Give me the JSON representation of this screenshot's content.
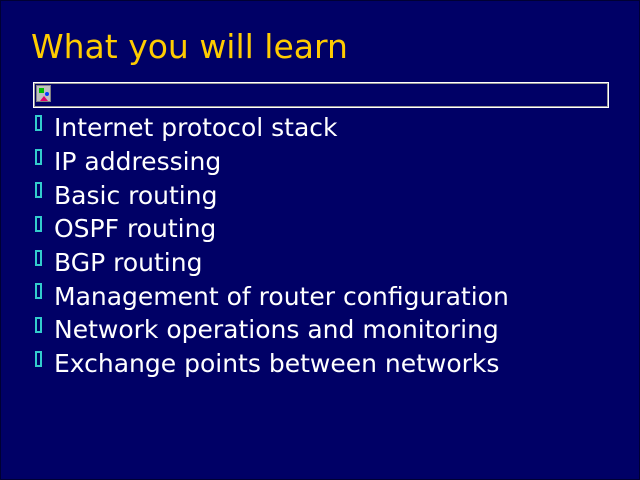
{
  "slide": {
    "title": "What you will learn",
    "image_placeholder_icon": "broken-image-icon",
    "items": [
      {
        "label": "Internet protocol stack"
      },
      {
        "label": "IP addressing"
      },
      {
        "label": "Basic routing"
      },
      {
        "label": "OSPF routing"
      },
      {
        "label": "BGP routing"
      },
      {
        "label": "Management of router configuration"
      },
      {
        "label": "Network operations and monitoring"
      },
      {
        "label": "Exchange points between networks"
      }
    ]
  },
  "colors": {
    "background": "#000066",
    "title": "#FFCC00",
    "bullet": "#33CCCC",
    "text": "#FFFFFF"
  }
}
